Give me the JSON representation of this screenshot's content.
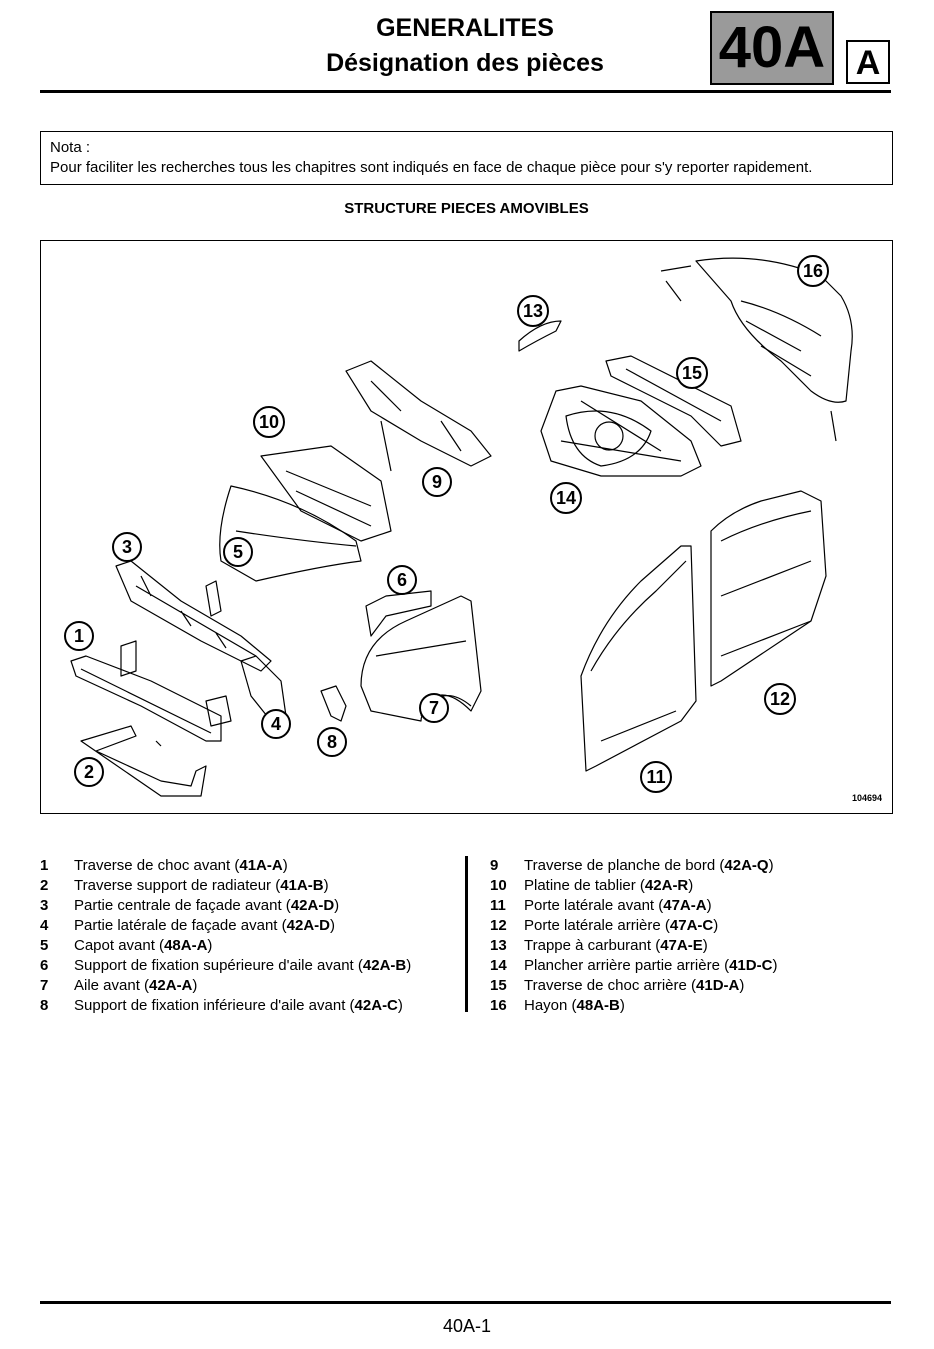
{
  "header": {
    "title": "GENERALITES",
    "subtitle": "Désignation des pièces",
    "chapter": "40A",
    "subchapter": "A"
  },
  "note": {
    "label": "Nota :",
    "text": "Pour faciliter les recherches tous les chapitres sont indiqués en face de chaque pièce pour s'y reporter rapidement."
  },
  "section_title": "STRUCTURE PIECES AMOVIBLES",
  "figure": {
    "reference": "104694",
    "callouts": [
      "1",
      "2",
      "3",
      "4",
      "5",
      "6",
      "7",
      "8",
      "9",
      "10",
      "11",
      "12",
      "13",
      "14",
      "15",
      "16"
    ]
  },
  "legend": {
    "left": [
      {
        "num": "1",
        "name": "Traverse de choc avant",
        "ref": "41A-A"
      },
      {
        "num": "2",
        "name": "Traverse support de radiateur",
        "ref": "41A-B"
      },
      {
        "num": "3",
        "name": "Partie centrale de façade avant",
        "ref": "42A-D"
      },
      {
        "num": "4",
        "name": "Partie latérale de façade avant",
        "ref": "42A-D"
      },
      {
        "num": "5",
        "name": "Capot avant",
        "ref": "48A-A"
      },
      {
        "num": "6",
        "name": "Support de fixation supérieure d'aile avant",
        "ref": "42A-B"
      },
      {
        "num": "7",
        "name": "Aile avant",
        "ref": "42A-A"
      },
      {
        "num": "8",
        "name": "Support de fixation inférieure d'aile avant",
        "ref": "42A-C"
      }
    ],
    "right": [
      {
        "num": "9",
        "name": "Traverse de planche de bord",
        "ref": "42A-Q"
      },
      {
        "num": "10",
        "name": "Platine de tablier",
        "ref": "42A-R"
      },
      {
        "num": "11",
        "name": "Porte latérale avant",
        "ref": "47A-A"
      },
      {
        "num": "12",
        "name": "Porte latérale arrière",
        "ref": "47A-C"
      },
      {
        "num": "13",
        "name": "Trappe à carburant",
        "ref": "47A-E"
      },
      {
        "num": "14",
        "name": "Plancher arrière partie arrière",
        "ref": "41D-C"
      },
      {
        "num": "15",
        "name": "Traverse de choc arrière",
        "ref": "41D-A"
      },
      {
        "num": "16",
        "name": "Hayon",
        "ref": "48A-B"
      }
    ]
  },
  "footer": {
    "page": "40A-1"
  }
}
